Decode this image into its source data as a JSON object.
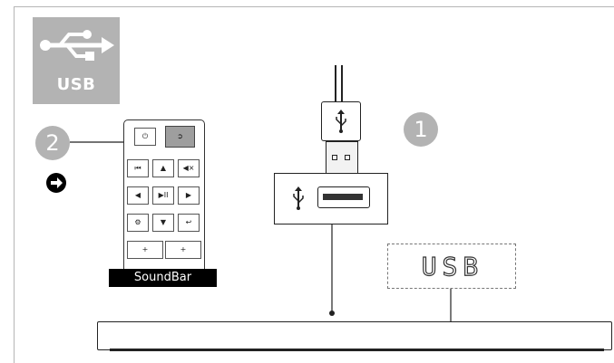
{
  "badge": {
    "label": "USB",
    "icon": "usb-symbol-icon"
  },
  "steps": [
    {
      "number": "2",
      "target": "remote-source-button"
    },
    {
      "number": "1",
      "target": "usb-port"
    }
  ],
  "remote": {
    "rows": [
      [
        "⏻",
        "➲"
      ],
      [
        "⏮",
        "▲",
        "◀×"
      ],
      [
        "◀",
        "▶II",
        "▶"
      ],
      [
        "⚙",
        "▼",
        "↩"
      ],
      [
        "+",
        "+"
      ]
    ]
  },
  "soundbar_label": "SoundBar",
  "display": {
    "text": "USB"
  },
  "colors": {
    "badge": "#b3b3b3",
    "step": "#b3b3b3",
    "line": "#222222"
  }
}
